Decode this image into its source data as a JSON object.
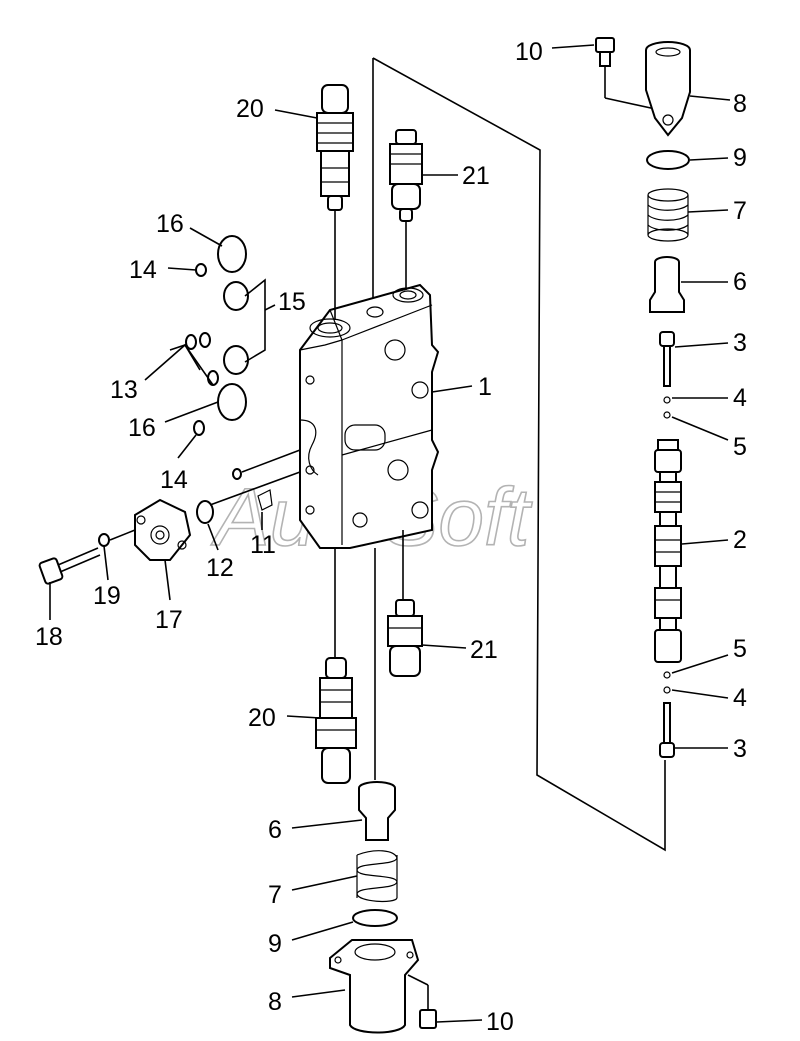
{
  "watermark": "AutoSoft",
  "callouts": {
    "c1": "1",
    "c2": "2",
    "c3a": "3",
    "c3b": "3",
    "c4a": "4",
    "c4b": "4",
    "c5a": "5",
    "c5b": "5",
    "c6a": "6",
    "c6b": "6",
    "c7a": "7",
    "c7b": "7",
    "c8a": "8",
    "c8b": "8",
    "c9a": "9",
    "c9b": "9",
    "c10a": "10",
    "c10b": "10",
    "c11": "11",
    "c12": "12",
    "c13": "13",
    "c14a": "14",
    "c14b": "14",
    "c15": "15",
    "c16a": "16",
    "c16b": "16",
    "c17": "17",
    "c18": "18",
    "c19": "19",
    "c20a": "20",
    "c20b": "20",
    "c21a": "21",
    "c21b": "21"
  }
}
